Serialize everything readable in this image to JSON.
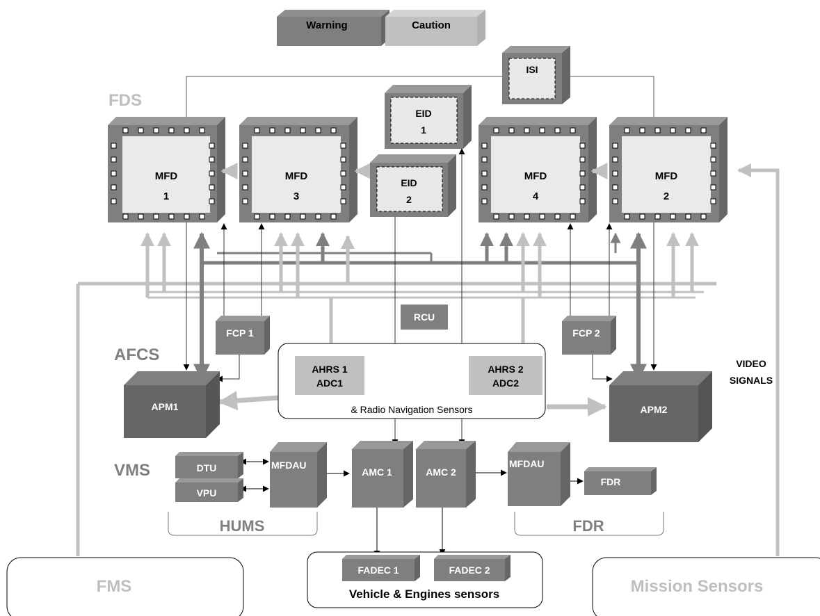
{
  "legend": {
    "warning": "Warning",
    "caution": "Caution"
  },
  "isi": "ISI",
  "groups": {
    "fds": "FDS",
    "afcs": "AFCS",
    "vms": "VMS",
    "hums": "HUMS",
    "fdr": "FDR"
  },
  "mfd1": {
    "label": "MFD",
    "num": "1"
  },
  "mfd3": {
    "label": "MFD",
    "num": "3"
  },
  "mfd4": {
    "label": "MFD",
    "num": "4"
  },
  "mfd2": {
    "label": "MFD",
    "num": "2"
  },
  "eid1": {
    "label": "EID",
    "num": "1"
  },
  "eid2": {
    "label": "EID",
    "num": "2"
  },
  "rcu": "RCU",
  "fcp1": "FCP 1",
  "fcp2": "FCP 2",
  "ahrs1": {
    "line1": "AHRS 1",
    "line2": "ADC1"
  },
  "ahrs2": {
    "line1": "AHRS 2",
    "line2": "ADC2"
  },
  "radio_nav": "& Radio Navigation Sensors",
  "apm1": "APM1",
  "apm2": "APM2",
  "video_signals": {
    "line1": "VIDEO",
    "line2": "SIGNALS"
  },
  "dtu": "DTU",
  "vpu": "VPU",
  "mfdau_left": "MFDAU",
  "amc1": "AMC 1",
  "amc2": "AMC 2",
  "mfdau_right": "MFDAU",
  "fdr_box": "FDR",
  "fadec1": "FADEC 1",
  "fadec2": "FADEC 2",
  "vehicle_sensors": "Vehicle & Engines sensors",
  "fms": "FMS",
  "mission_sensors": "Mission Sensors",
  "colors": {
    "warning": "#7f7f7f",
    "caution": "#bfbfbf",
    "dark": "#666666",
    "light": "#c0c0c0"
  }
}
